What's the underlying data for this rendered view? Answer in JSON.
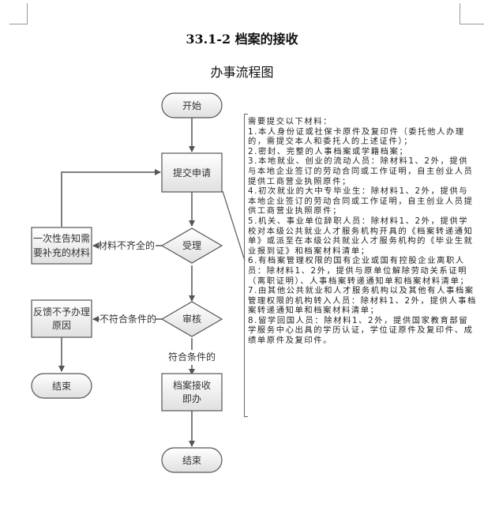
{
  "document": {
    "title": "33.1-2 档案的接收",
    "subtitle": "办事流程图"
  },
  "flowchart": {
    "nodes": {
      "start": "开始",
      "submit": "提交申请",
      "accept": "受理",
      "notify_line1": "一次性告知需",
      "notify_line2": "要补充的材料",
      "review": "审核",
      "feedback_line1": "反馈不予办理",
      "feedback_line2": "原因",
      "end_left": "结束",
      "process_line1": "档案接收",
      "process_line2": "即办",
      "end_right": "结束"
    },
    "edges": {
      "incomplete": "材料不齐全的",
      "not_qualified": "不符合条件的",
      "qualified": "符合条件的"
    }
  },
  "annotation": {
    "heading": "需要提交以下材料：",
    "items": [
      "1.本人身份证或社保卡原件及复印件（委托他人办理的，需提交本人和委托人的上述证件）；",
      "2.密封、完整的人事档案或学籍档案；",
      "3.本地就业、创业的流动人员：除材料1、2外，提供与本地企业签订的劳动合同或工作证明，自主创业人员提供工商营业执照原件；",
      "4.初次就业的大中专毕业生：除材料1、2外，提供与本地企业签订的劳动合同或工作证明，自主创业人员提供工商营业执照原件；",
      "5.机关、事业单位辞职人员：除材料1、2外，提供学校对本级公共就业人才服务机构开具的《档案转递通知单》或派至在本级公共就业人才服务机构的《毕业生就业报到证》和档案材料清单；",
      "6.有档案管理权限的国有企业或国有控股企业离职人员：除材料1、2外，提供与原单位解除劳动关系证明（离职证明）、人事档案转递通知单和档案材料清单；",
      "7.由其他公共就业和人才服务机构以及其他有人事档案管理权限的机构转入人员：除材料1、2外，提供人事档案转递通知单和档案材料清单；",
      "8.留学回国人员：除材料1、2外，提供国家教育部留学服务中心出具的学历认证，学位证原件及复印件、成绩单原件及复印件。"
    ]
  },
  "colors": {
    "node_fill_top": "#ffffff",
    "node_fill_bottom": "#e2e2e2",
    "stroke": "#555555"
  }
}
